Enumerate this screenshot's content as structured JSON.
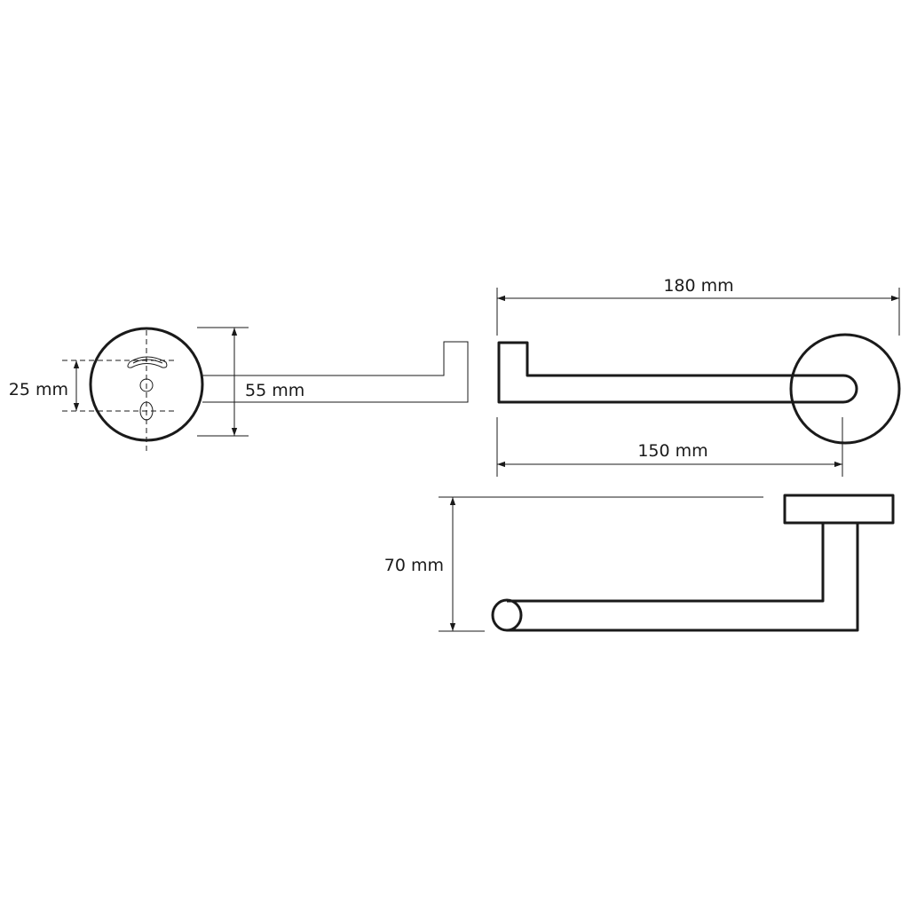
{
  "dimensions": {
    "mount_spacing": "25 mm",
    "projection": "55 mm",
    "overall_length": "180 mm",
    "arm_length": "150 mm",
    "height": "70 mm"
  },
  "colors": {
    "line": "#1a1a1a",
    "background": "#ffffff"
  }
}
